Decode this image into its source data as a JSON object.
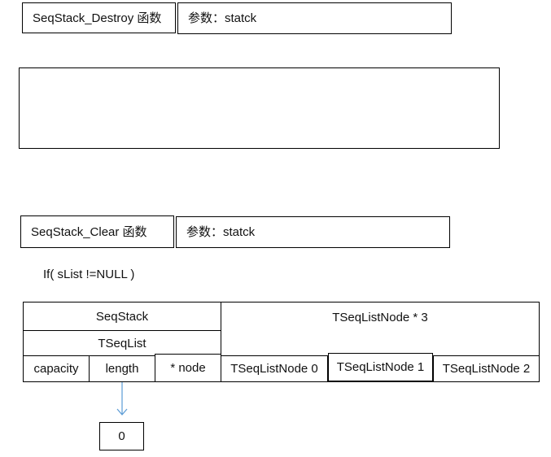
{
  "destroy_section": {
    "function_label": "SeqStack_Destroy 函数",
    "param_label": "参数：statck"
  },
  "clear_section": {
    "function_label": "SeqStack_Clear 函数",
    "param_label": "参数：statck",
    "condition_text": "If( sList !=NULL )"
  },
  "memory_diagram": {
    "seqstack_label": "SeqStack",
    "tseqlist_label": "TSeqList",
    "fields": [
      "capacity",
      "length",
      "* node"
    ],
    "node_array_label": "TSeqListNode * 3",
    "nodes": [
      "TSeqListNode 0",
      "TSeqListNode 1",
      "TSeqListNode 2"
    ],
    "length_value": "0"
  },
  "colors": {
    "border": "#000000",
    "arrow": "#5b9bd5"
  }
}
